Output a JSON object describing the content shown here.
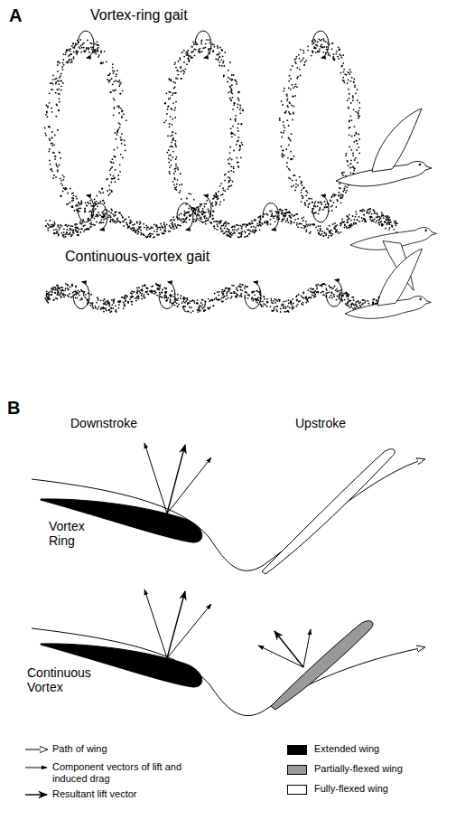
{
  "diagram": {
    "labels": [
      "A",
      "Vortex-ring gait",
      "Continuous-vortex gait",
      "B",
      "Downstroke",
      "Upstroke",
      "Vortex Ring",
      "Continuous Vortex"
    ],
    "legend": [
      {
        "text": "Path of wing"
      },
      {
        "text": "Component vectors of lift and induced drag"
      },
      {
        "text": "Resultant lift vector"
      },
      {
        "text": "Extended wing",
        "color": "#000000"
      },
      {
        "text": "Partially-flexed wing",
        "color": "#999999"
      },
      {
        "text": "Fully-flexed wing",
        "color": "#ffffff"
      }
    ]
  }
}
